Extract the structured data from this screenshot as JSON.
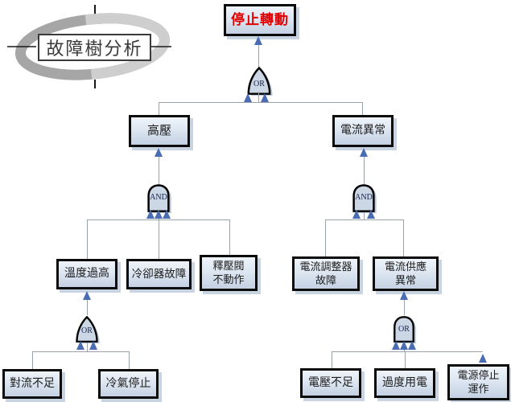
{
  "logo": {
    "label": "故障樹分析"
  },
  "tree": {
    "root": {
      "label": "停止轉動"
    },
    "gates": {
      "top_or": "OR",
      "left_and": "AND",
      "right_and": "AND",
      "left_or": "OR",
      "right_or": "OR"
    },
    "nodes": {
      "high_pressure": "高壓",
      "current_abnormal": "電流異常",
      "temp_too_high": "溫度過高",
      "cooler_failure": "冷卻器故障",
      "relief_valve_fail": "釋壓閥\n不動作",
      "regulator_failure": "電流調整器\n故障",
      "supply_abnormal": "電流供應\n異常",
      "convection_low": "對流不足",
      "aircon_stop": "冷氣停止",
      "voltage_low": "電壓不足",
      "over_usage": "過度用電",
      "power_stop": "電源停止\n運作"
    },
    "colors": {
      "root_text": "#df0000",
      "node_text": "#1d1d1d",
      "node_fill_top": "#eff4fa",
      "node_fill_bottom": "#c4d1e3",
      "node_border": "#0b0b0b",
      "line": "#99a1ab",
      "arrow": "#4a6cb2",
      "gate_fill": "#ccd7e6"
    }
  }
}
